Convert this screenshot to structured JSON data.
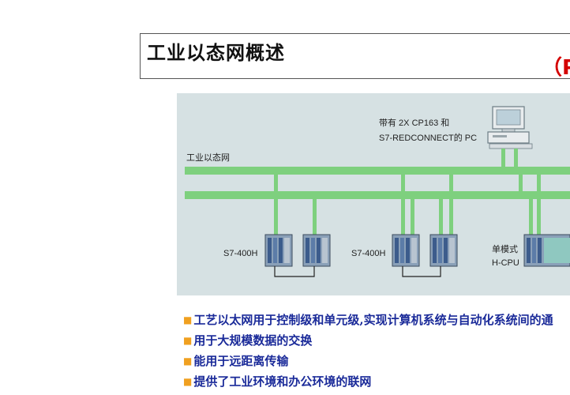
{
  "slide": {
    "title": "工业以态网概述",
    "title_paren": "（P"
  },
  "diagram": {
    "network_label": "工业以态网",
    "pc_caption_line1": "带有 2X CP163 和",
    "pc_caption_line2": "S7-REDCONNECT的 PC",
    "stations": [
      {
        "label": "S7-400H"
      },
      {
        "label": "S7-400H"
      },
      {
        "label_line1": "单模式",
        "label_line2": "H-CPU"
      }
    ]
  },
  "bullets": [
    "工艺以太网用于控制级和单元级,实现计算机系统与自动化系统间的通",
    "用于大规模数据的交换",
    "能用于远距离传输",
    "提供了工业环境和办公环境的联网"
  ],
  "colors": {
    "bus": "#7ed07e",
    "bullet_text": "#1a2a99",
    "bullet_mark": "#f0a020",
    "accent_red": "#d40000",
    "diagram_bg": "#d6e1e3"
  }
}
